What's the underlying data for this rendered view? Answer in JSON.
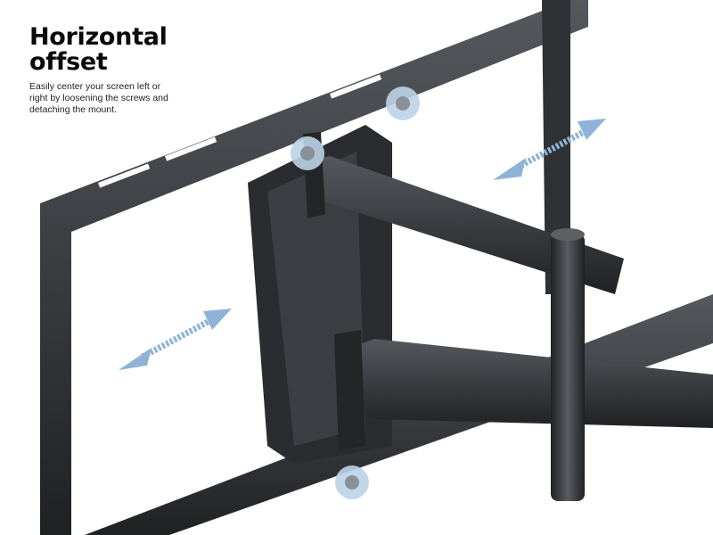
{
  "heading": {
    "line1": "Horizontal",
    "line2": "offset"
  },
  "description": "Easily center your screen left or right by loosening the screws and detaching the mount.",
  "colors": {
    "metal": "#2b2d30",
    "metal_light": "#4a4d52",
    "arrow": "#8fb3d6",
    "screw_halo": "#bcd3e8"
  }
}
